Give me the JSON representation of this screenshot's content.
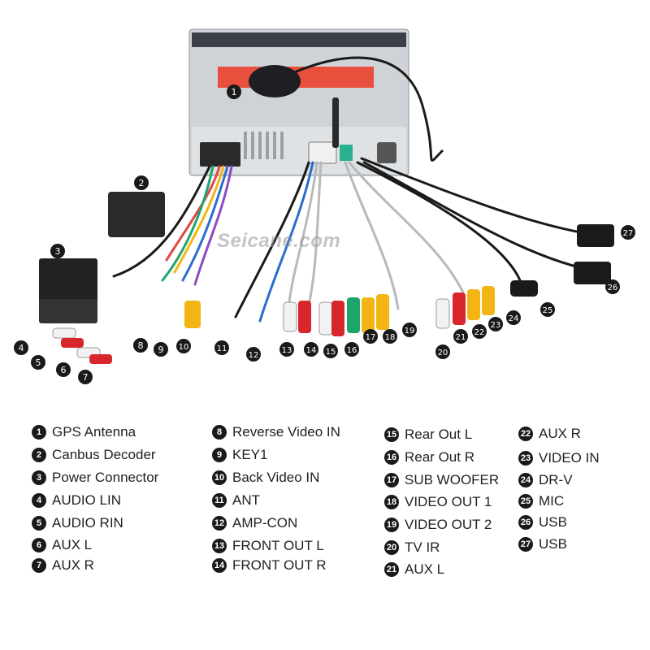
{
  "watermark": "Seicane.com",
  "colors": {
    "red": "#d8262d",
    "white": "#f2f2f2",
    "yellow": "#f2b514",
    "green": "#1ea56b",
    "black": "#1a1a1a",
    "cable_gray": "#b9b9b9"
  },
  "legend": [
    {
      "num": "1",
      "label": "GPS Antenna"
    },
    {
      "num": "2",
      "label": "Canbus Decoder"
    },
    {
      "num": "3",
      "label": "Power Connector"
    },
    {
      "num": "4",
      "label": "AUDIO LIN"
    },
    {
      "num": "5",
      "label": "AUDIO RIN"
    },
    {
      "num": "6",
      "label": "AUX L"
    },
    {
      "num": "7",
      "label": "AUX R"
    },
    {
      "num": "8",
      "label": "Reverse Video IN"
    },
    {
      "num": "9",
      "label": "KEY1"
    },
    {
      "num": "10",
      "label": "Back Video IN"
    },
    {
      "num": "11",
      "label": "ANT"
    },
    {
      "num": "12",
      "label": "AMP-CON"
    },
    {
      "num": "13",
      "label": "FRONT OUT L"
    },
    {
      "num": "14",
      "label": "FRONT OUT R"
    },
    {
      "num": "15",
      "label": "Rear Out L"
    },
    {
      "num": "16",
      "label": "Rear Out R"
    },
    {
      "num": "17",
      "label": "SUB WOOFER"
    },
    {
      "num": "18",
      "label": "VIDEO OUT 1"
    },
    {
      "num": "19",
      "label": "VIDEO OUT 2"
    },
    {
      "num": "20",
      "label": "TV IR"
    },
    {
      "num": "21",
      "label": "AUX L"
    },
    {
      "num": "22",
      "label": "AUX R"
    },
    {
      "num": "23",
      "label": "VIDEO IN"
    },
    {
      "num": "24",
      "label": "DR-V"
    },
    {
      "num": "25",
      "label": "MIC"
    },
    {
      "num": "26",
      "label": "USB"
    },
    {
      "num": "27",
      "label": "USB"
    }
  ]
}
